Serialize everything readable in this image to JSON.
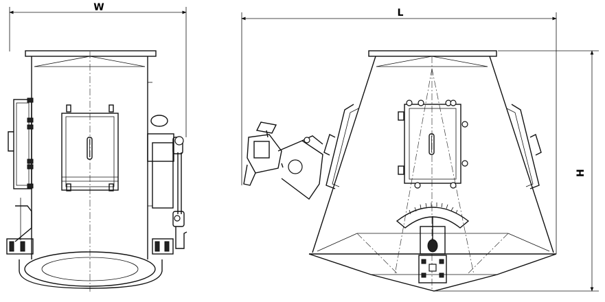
{
  "dimensions": {
    "width_label": "W",
    "length_label": "L",
    "height_label": "H"
  },
  "colors": {
    "line": "#111111",
    "background": "#ffffff"
  }
}
